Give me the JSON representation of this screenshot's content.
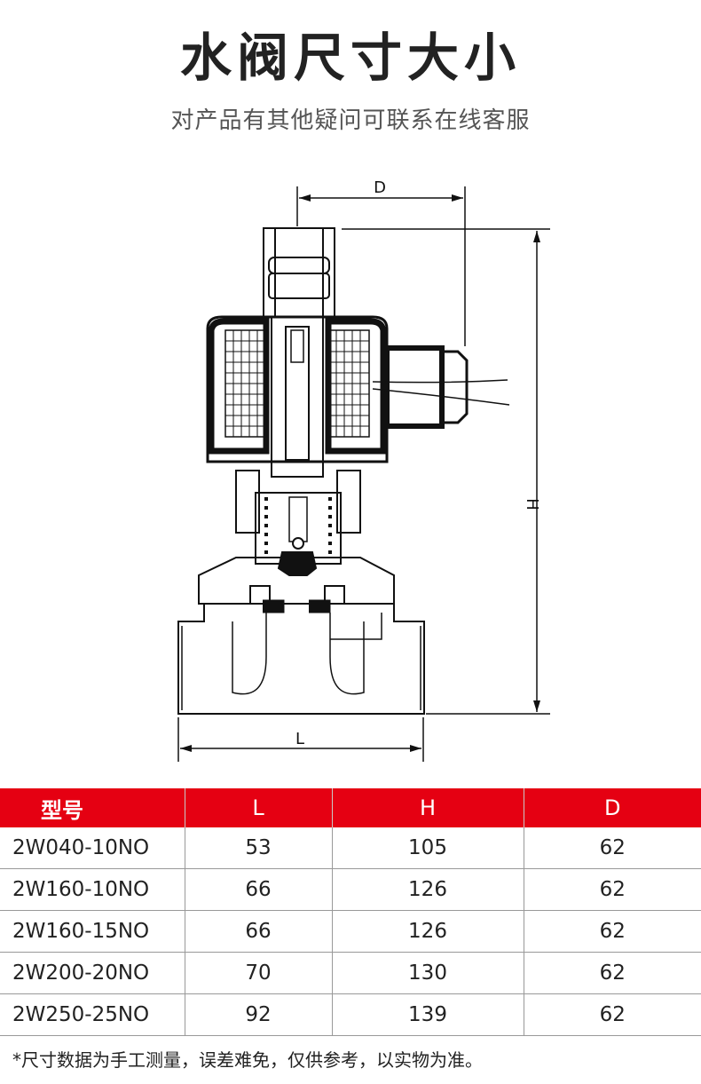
{
  "header": {
    "title": "水阀尺寸大小",
    "subtitle": "对产品有其他疑问可联系在线客服"
  },
  "drawing": {
    "dim_d": "D",
    "dim_h": "H",
    "dim_l": "L"
  },
  "table": {
    "headers": [
      "型号",
      "L",
      "H",
      "D"
    ],
    "rows": [
      [
        "2W040-10NO",
        "53",
        "105",
        "62"
      ],
      [
        "2W160-10NO",
        "66",
        "126",
        "62"
      ],
      [
        "2W160-15NO",
        "66",
        "126",
        "62"
      ],
      [
        "2W200-20NO",
        "70",
        "130",
        "62"
      ],
      [
        "2W250-25NO",
        "92",
        "139",
        "62"
      ]
    ],
    "header_color": "#e50012"
  },
  "footer": {
    "note": "*尺寸数据为手工测量，误差难免，仅供参考，以实物为准。"
  }
}
